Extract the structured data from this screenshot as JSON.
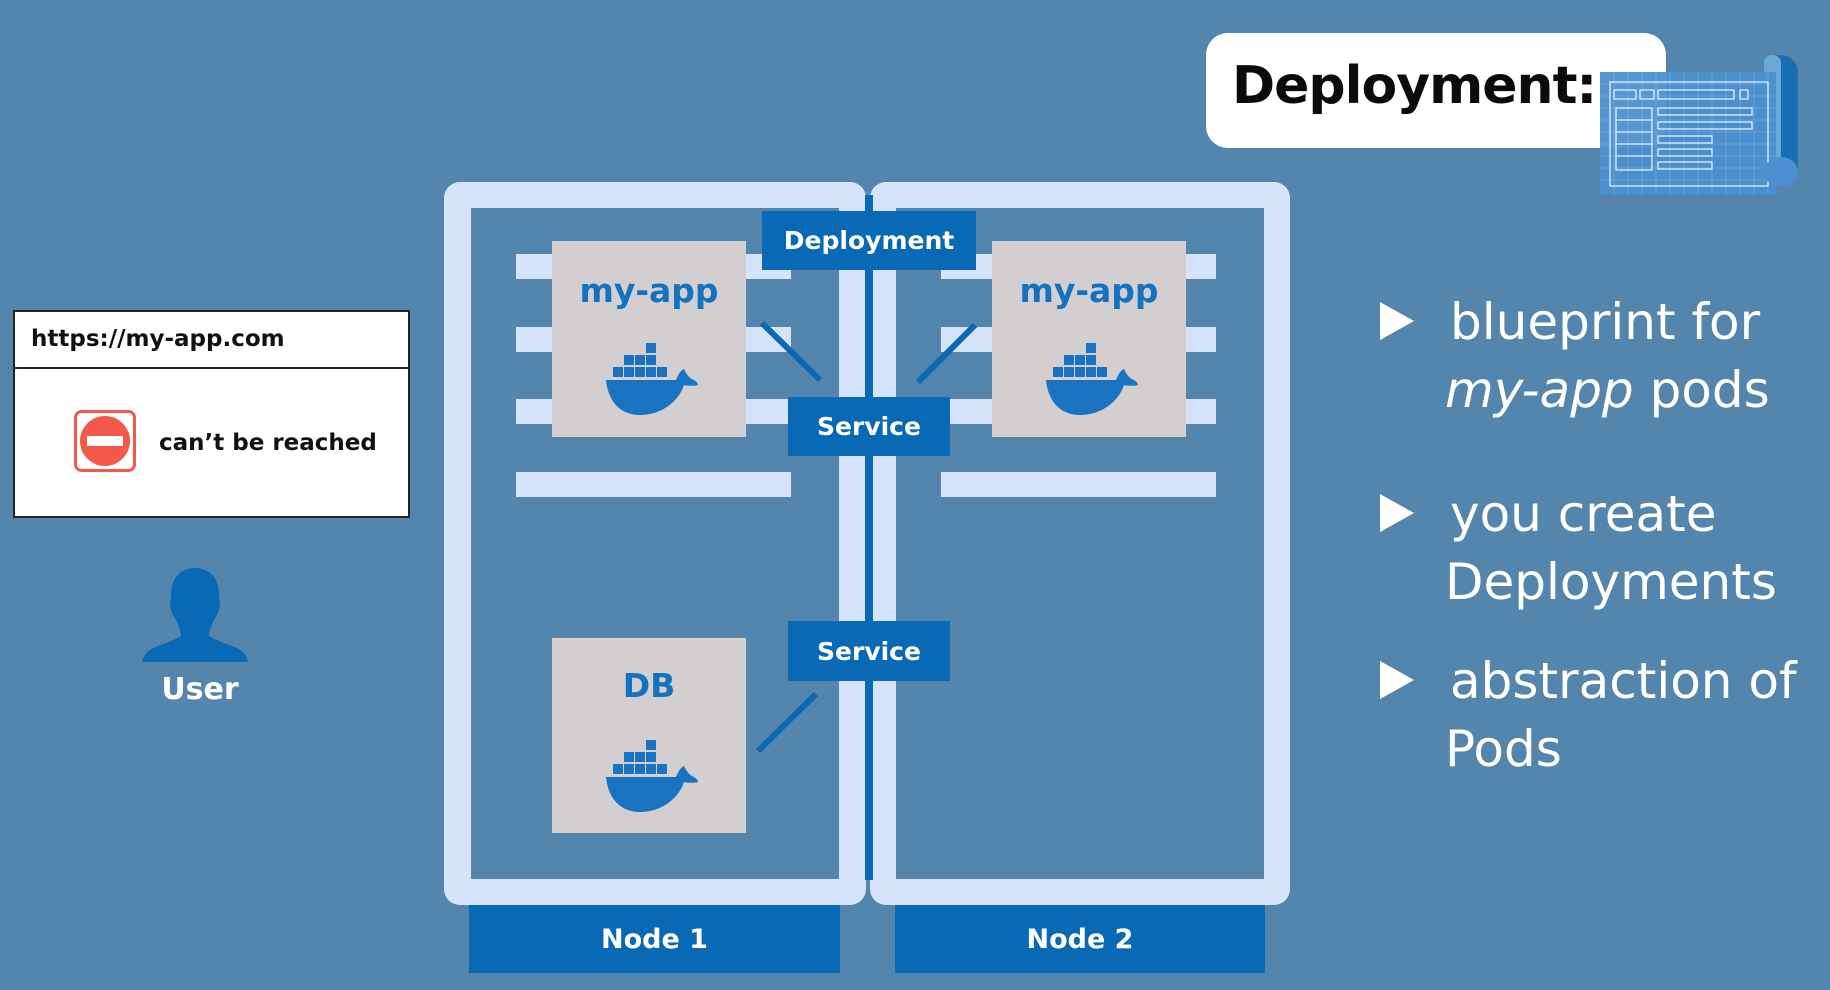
{
  "title": {
    "text": "Deployment:",
    "icon": "blueprint-icon"
  },
  "browser": {
    "url": "https://my-app.com",
    "message": "can’t be reached",
    "status_icon": "stop-icon",
    "status_color": "#f2594b"
  },
  "user": {
    "label": "User",
    "icon": "user-silhouette-icon",
    "color": "#0a69b4"
  },
  "nodes": [
    {
      "label": "Node 1",
      "pods": [
        {
          "label": "my-app",
          "icon": "docker-whale-icon"
        },
        {
          "label": "DB",
          "icon": "docker-whale-icon"
        }
      ]
    },
    {
      "label": "Node 2",
      "pods": [
        {
          "label": "my-app",
          "icon": "docker-whale-icon"
        }
      ]
    }
  ],
  "components": {
    "deployment": "Deployment",
    "service_app": "Service",
    "service_db": "Service"
  },
  "bullets": [
    {
      "line1": "blueprint for",
      "line2_italic": "my-app",
      "line2_rest": " pods"
    },
    {
      "line1": "you create",
      "line2": "Deployments"
    },
    {
      "line1": "abstraction of",
      "line2": "Pods"
    }
  ],
  "colors": {
    "background": "#5486ad",
    "node_frame": "#d5e3fb",
    "accent_blue": "#0a69b4",
    "pod_bg": "#d3cfd1",
    "pod_text": "#1373be"
  }
}
